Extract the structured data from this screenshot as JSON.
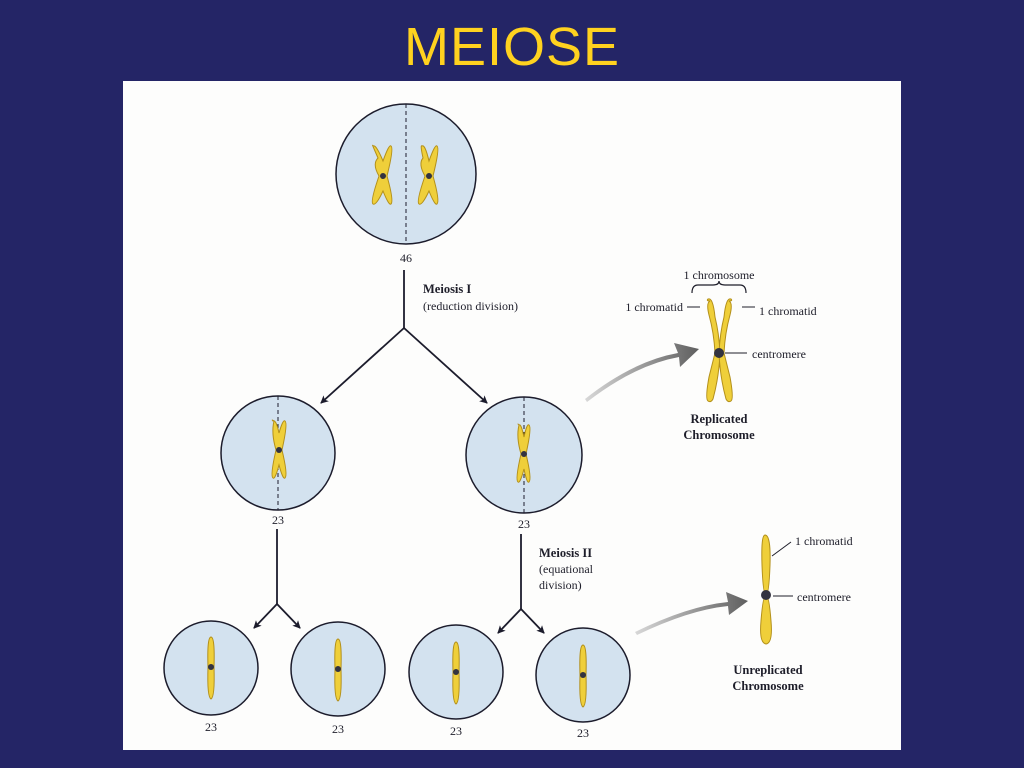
{
  "slide": {
    "title": "MEIOSE"
  },
  "figure": {
    "counts": {
      "parent": "46",
      "mid_left": "23",
      "mid_right": "23",
      "bottom_1": "23",
      "bottom_2": "23",
      "bottom_3": "23",
      "bottom_4": "23"
    },
    "meiosis1": {
      "title": "Meiosis I",
      "subtitle": "(reduction division)"
    },
    "meiosis2": {
      "title": "Meiosis II",
      "subtitle_line1": "(equational",
      "subtitle_line2": "division)"
    },
    "replicated": {
      "chromosome_label": "1 chromosome",
      "chromatid_left": "1 chromatid",
      "chromatid_right": "1 chromatid",
      "centromere": "centromere",
      "caption_line1": "Replicated",
      "caption_line2": "Chromosome"
    },
    "unreplicated": {
      "chromatid": "1 chromatid",
      "centromere": "centromere",
      "caption_line1": "Unreplicated",
      "caption_line2": "Chromosome"
    },
    "colors": {
      "cell_fill": "#d3e2ef",
      "cell_stroke": "#1c1c2c",
      "chromosome": "#efcf3a",
      "chromosome_edge": "#b3901a",
      "centromere": "#333340",
      "pointer_arrow": "#6e6e6e"
    }
  }
}
